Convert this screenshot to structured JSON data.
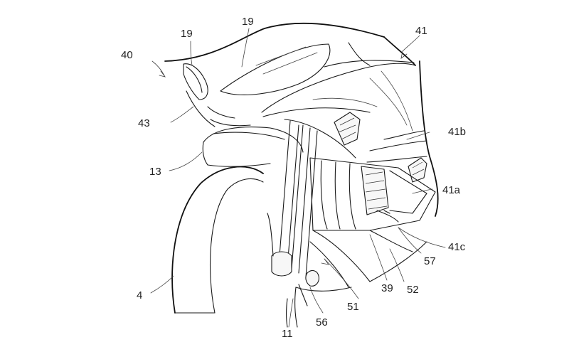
{
  "figure": {
    "labels": {
      "l40": "40",
      "l19a": "19",
      "l19b": "19",
      "l41": "41",
      "l43": "43",
      "l41b": "41b",
      "l13": "13",
      "l41a": "41a",
      "l41c": "41c",
      "l57": "57",
      "l4": "4",
      "l39": "39",
      "l52": "52",
      "l51": "51",
      "l56": "56",
      "l11": "11"
    }
  }
}
